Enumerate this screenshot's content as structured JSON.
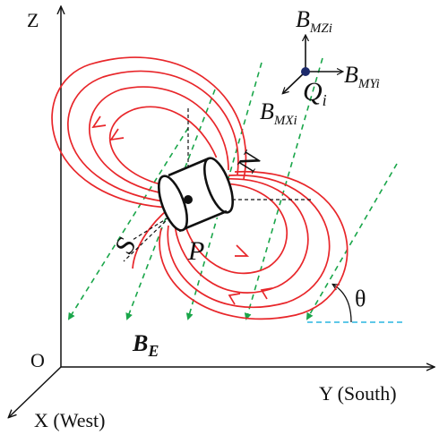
{
  "axes": {
    "z_label": "Z",
    "origin_label": "O",
    "y_label": "Y (South)",
    "x_label": "X (West)"
  },
  "earth_field": {
    "symbol": "B",
    "subscript": "E",
    "angle_label": "θ",
    "field_color": "#1aa64a",
    "reference_color": "#29b6e0"
  },
  "magnet": {
    "center_label": "P",
    "north_label": "N",
    "south_label": "S",
    "field_line_color": "#e8262a"
  },
  "observer": {
    "point_label": "Q",
    "point_subscript": "i",
    "components": [
      {
        "symbol": "B",
        "subscript": "MZi"
      },
      {
        "symbol": "B",
        "subscript": "MYi"
      },
      {
        "symbol": "B",
        "subscript": "MXi"
      }
    ],
    "point_color": "#1c2a6b"
  }
}
